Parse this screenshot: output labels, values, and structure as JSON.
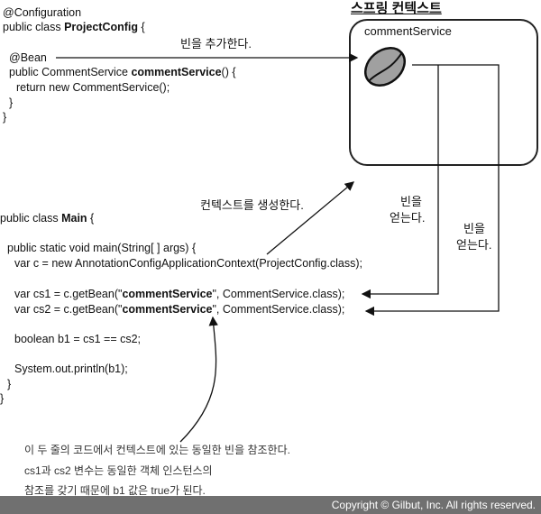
{
  "context_title": "스프링 컨텍스트",
  "bean_name": "commentService",
  "config_code": [
    "@Configuration",
    "public class ",
    "ProjectConfig",
    " {",
    "@Bean",
    "public CommentService ",
    "commentService",
    "() {",
    "return new CommentService();",
    "}",
    "}"
  ],
  "main_code": {
    "l1a": "public class ",
    "l1b": "Main",
    " l1c": " {",
    "l2": "public static void main(String[ ] args) {",
    "l3": "var c = new AnnotationConfigApplicationContext(ProjectConfig.class);",
    "l4a": "var cs1 = c.getBean(\"",
    "l4b": "commentService",
    "l4c": "\", CommentService.class);",
    "l5a": "var cs2 = c.getBean(\"",
    "l5b": "commentService",
    "l5c": "\", CommentService.class);",
    "l6": "boolean b1 = cs1 == cs2;",
    "l7": "System.out.println(b1);",
    "l8": "}",
    "l9": "}",
    "l1c2": " {"
  },
  "labels": {
    "add_bean": "빈을 추가한다.",
    "create_context": "컨텍스트를 생성한다.",
    "get_bean1a": "빈을",
    "get_bean1b": "얻는다.",
    "get_bean2a": "빈을",
    "get_bean2b": "얻는다."
  },
  "note": [
    "이 두 줄의 코드에서 컨텍스트에 있는 동일한 빈을 참조한다.",
    "cs1과 cs2 변수는 동일한 객체 인스턴스의",
    "참조를 갖기 때문에 b1 값은 true가 된다."
  ],
  "footer": "Copyright © Gilbut, Inc. All rights reserved."
}
